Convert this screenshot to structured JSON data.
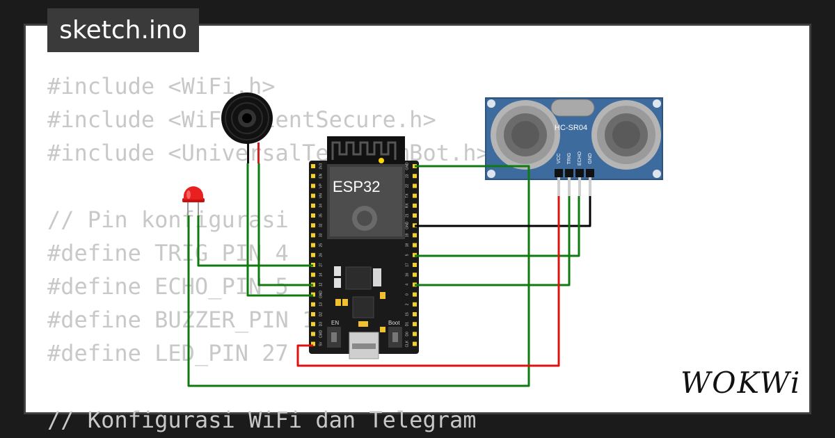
{
  "title": "sketch.ino",
  "code_lines": [
    "#include <WiFi.h>",
    "#include <WiFiClientSecure.h>",
    "#include <UniversalTelegramBot.h>",
    "",
    "// Pin konfigurasi",
    "#define TRIG_PIN 4",
    "#define ECHO_PIN 5",
    "#define BUZZER_PIN 14",
    "#define LED_PIN 27",
    "",
    "// Konfigurasi WiFi dan Telegram"
  ],
  "board": {
    "label": "ESP32",
    "left_pins": [
      "3V3",
      "EN",
      "VP",
      "VN",
      "34",
      "35",
      "32",
      "33",
      "25",
      "26",
      "27",
      "14",
      "12",
      "GND",
      "13",
      "D2",
      "D3",
      "CMD",
      "5V"
    ],
    "right_pins": [
      "GND",
      "23",
      "22",
      "TX",
      "RX",
      "21",
      "GND",
      "19",
      "18",
      "5",
      "17",
      "16",
      "4",
      "0",
      "2",
      "15",
      "D1",
      "D0",
      "CLK"
    ],
    "button_en": "EN",
    "button_boot": "Boot"
  },
  "sensor": {
    "label": "HC-SR04",
    "pins": [
      "VCC",
      "TRIG",
      "ECHO",
      "GND"
    ]
  },
  "logo": "WOKWi",
  "colors": {
    "background": "#1b1b1b",
    "card": "#ffffff",
    "title_tab": "#3a3a3a",
    "code_text": "#c8c8c8",
    "wire_green": "#0f7a0f",
    "wire_red": "#e01010",
    "wire_black": "#000000",
    "board": "#1a1a1a",
    "sensor_pcb": "#3d6b9e"
  }
}
